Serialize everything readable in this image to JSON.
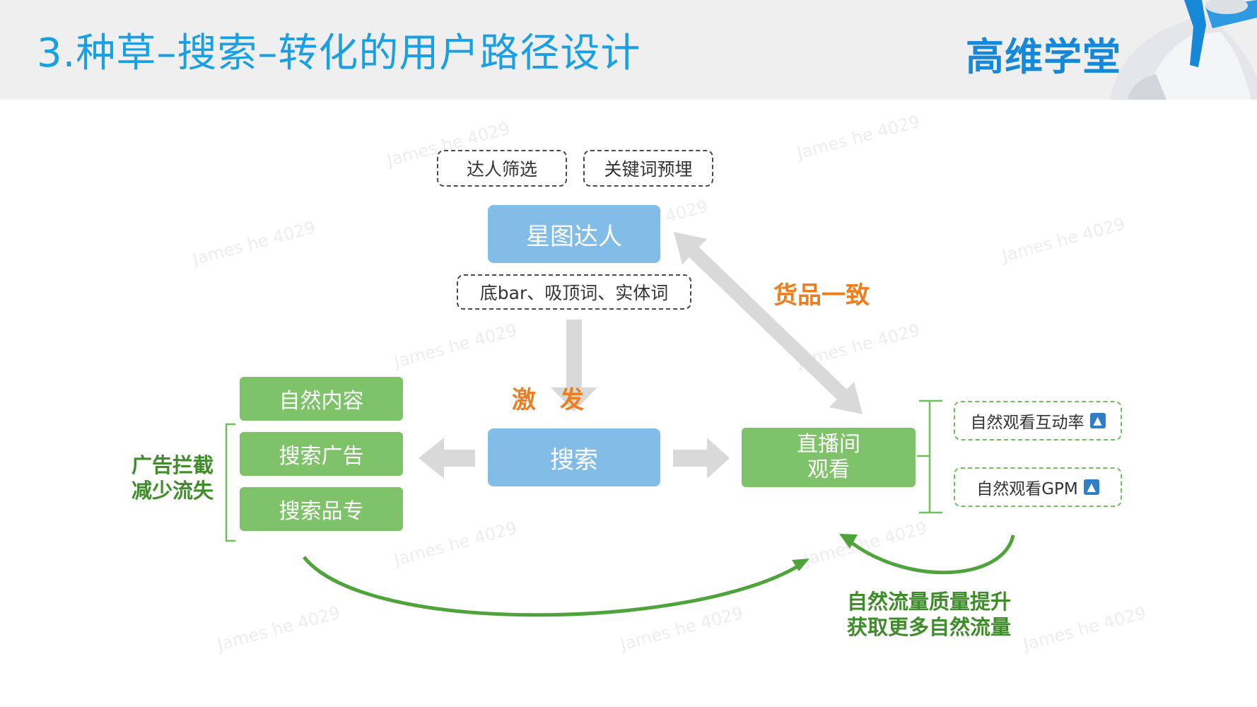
{
  "header": {
    "title": "3.种草–搜索–转化的用户路径设计",
    "brand": "高维学堂"
  },
  "diagram": {
    "top_tags": [
      "达人筛选",
      "关键词预埋"
    ],
    "star_box": "星图达人",
    "entry_tag": "底bar、吸顶词、实体词",
    "trigger_label": "激　发",
    "search_box": "搜索",
    "left_boxes": [
      "自然内容",
      "搜索广告",
      "搜索品专"
    ],
    "left_note_lines": [
      "广告拦截",
      "减少流失"
    ],
    "live_box_lines": [
      "直播间",
      "观看"
    ],
    "consistency_label": "货品一致",
    "right_tags": [
      "自然观看互动率",
      "自然观看GPM"
    ],
    "bottom_note_lines": [
      "自然流量质量提升",
      "获取更多自然流量"
    ]
  },
  "watermark_text": "James he 4029",
  "colors": {
    "title_blue": "#1aa0e2",
    "brand_blue": "#1788d8",
    "box_blue": "#82bde8",
    "box_green": "#7ec36a",
    "label_orange": "#ee7d1e",
    "label_green": "#3f8c2b",
    "arrow_gray": "#d9d9d9",
    "curve_green": "#4ea33a"
  },
  "icons": [
    "up-arrow-icon",
    "mascot-icon"
  ]
}
